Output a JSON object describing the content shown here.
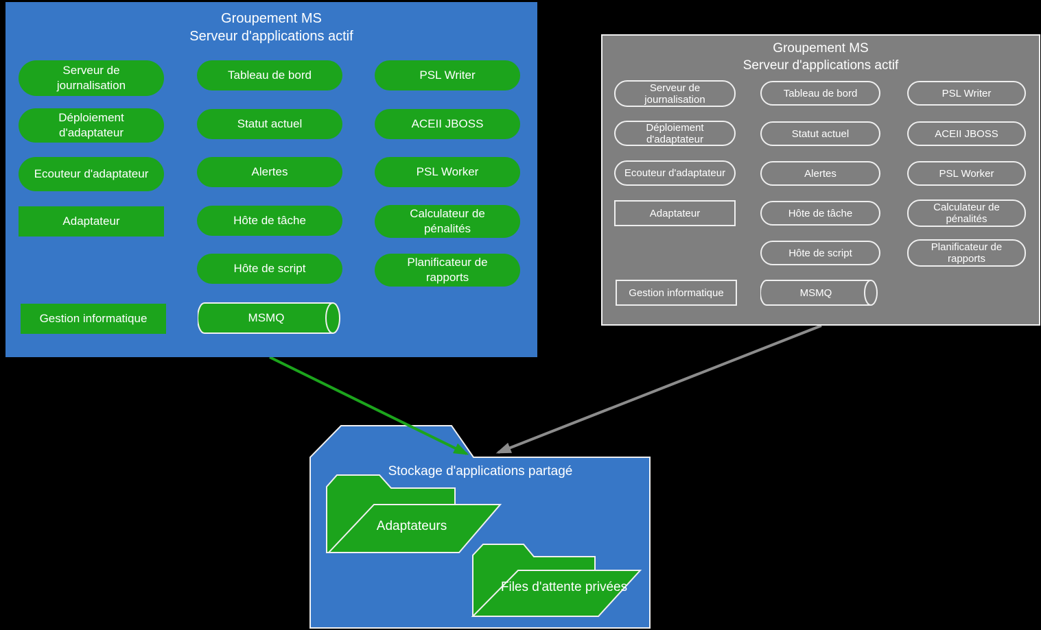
{
  "colors": {
    "background": "#000000",
    "active_box_blue": "#3777C7",
    "node_green": "#1CA41C",
    "passive_box_gray": "#7F7F7F",
    "outline_white": "#F0F0F0",
    "arrow_green": "#1CA41C",
    "arrow_gray": "#8C8C8C",
    "text": "#FFFFFF"
  },
  "active_cluster": {
    "title_line1": "Groupement MS",
    "title_line2": "Serveur d'applications actif",
    "col1": [
      "Serveur de journalisation",
      "Déploiement d'adaptateur",
      "Ecouteur d'adaptateur",
      "Adaptateur",
      "Gestion informatique"
    ],
    "col2": [
      "Tableau de bord",
      "Statut actuel",
      "Alertes",
      "Hôte de tâche",
      "Hôte de script",
      "MSMQ"
    ],
    "col3": [
      "PSL Writer",
      "ACEII JBOSS",
      "PSL Worker",
      "Calculateur de pénalités",
      "Planificateur de rapports"
    ]
  },
  "passive_cluster": {
    "title_line1": "Groupement MS",
    "title_line2": "Serveur d'applications actif",
    "col1": [
      "Serveur de journalisation",
      "Déploiement d'adaptateur",
      "Ecouteur d'adaptateur",
      "Adaptateur",
      "Gestion informatique"
    ],
    "col2": [
      "Tableau de bord",
      "Statut actuel",
      "Alertes",
      "Hôte de tâche",
      "Hôte de script",
      "MSMQ"
    ],
    "col3": [
      "PSL Writer",
      "ACEII JBOSS",
      "PSL Worker",
      "Calculateur de pénalités",
      "Planificateur de rapports"
    ]
  },
  "storage": {
    "title": "Stockage d'applications partagé",
    "folders": [
      {
        "label": "Adaptateurs"
      },
      {
        "label": "Files d'attente privées"
      }
    ]
  }
}
